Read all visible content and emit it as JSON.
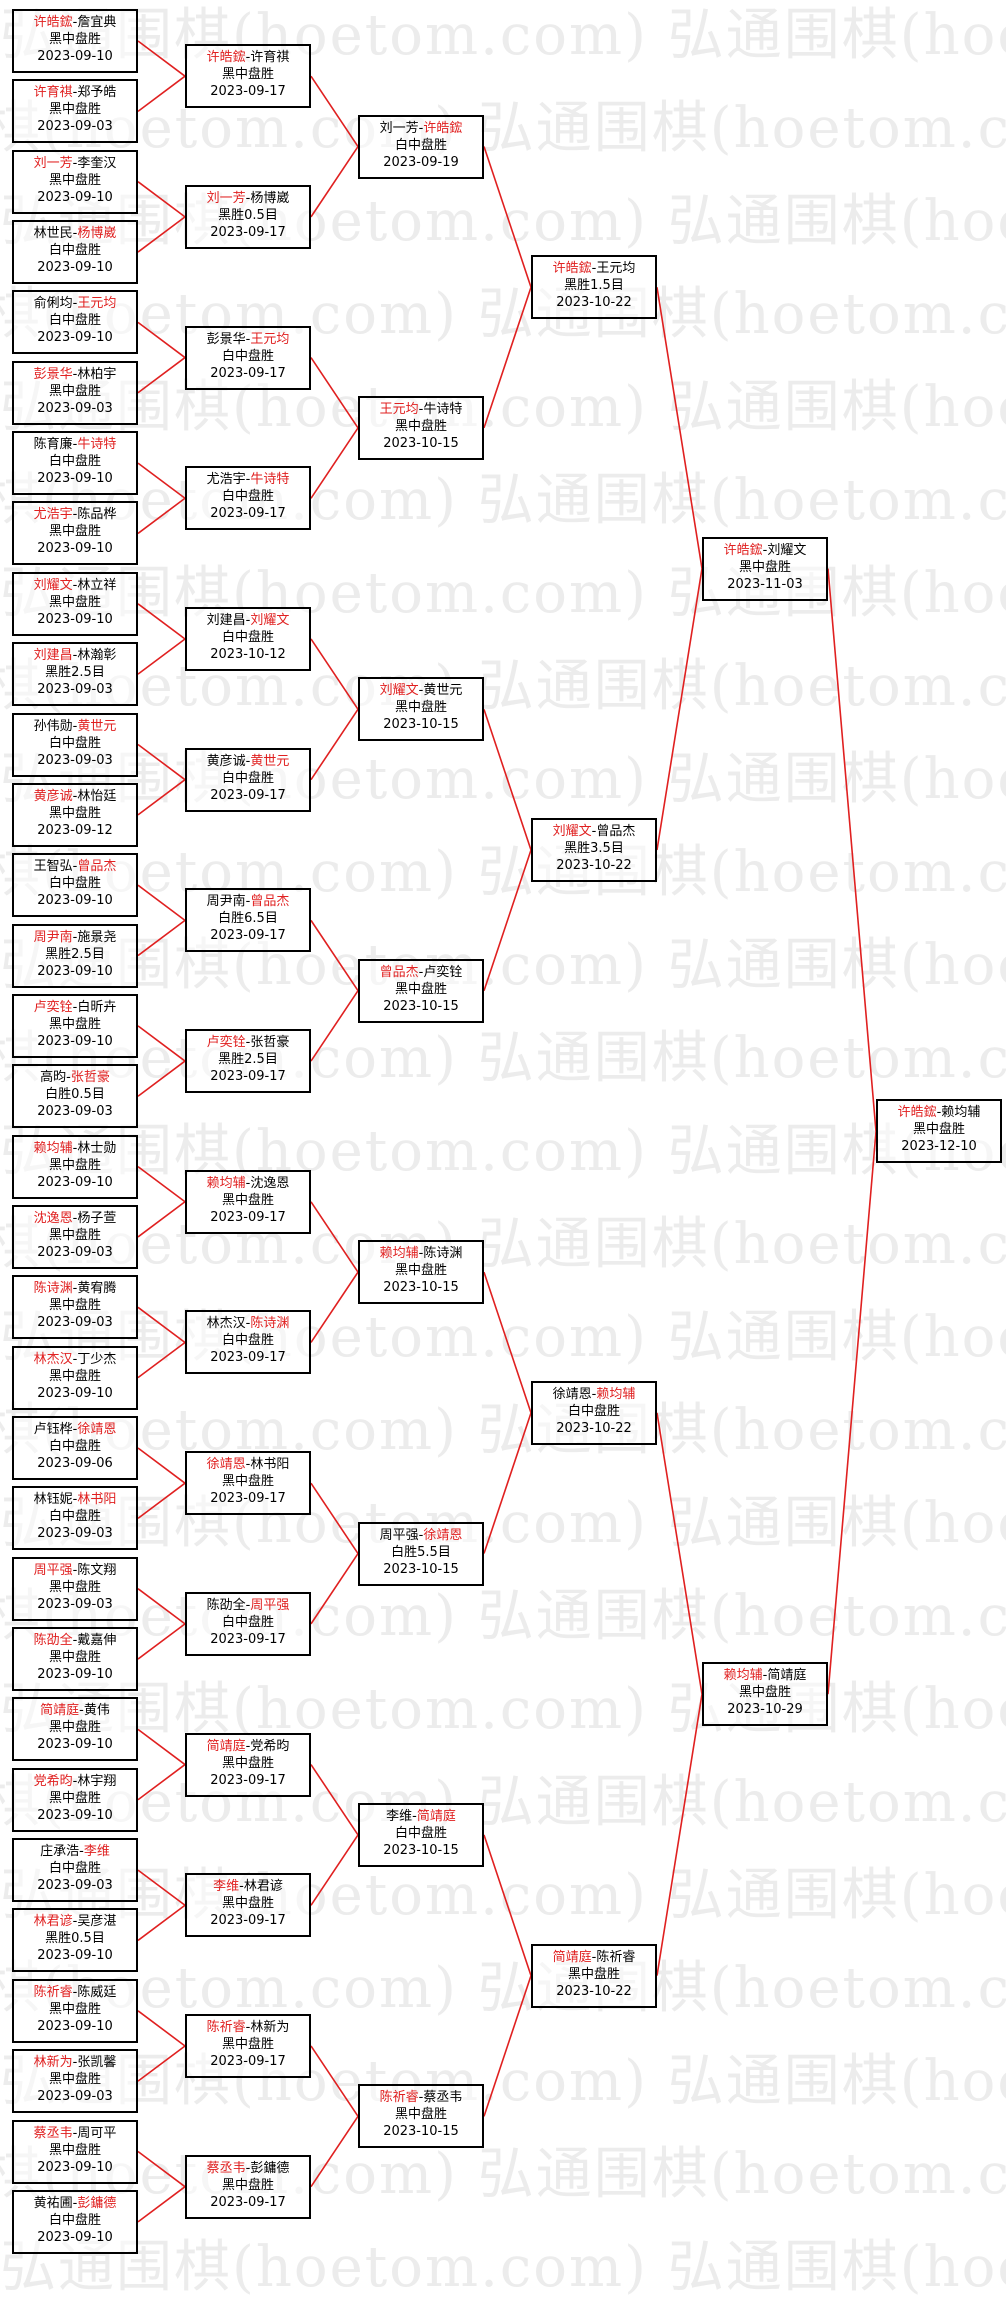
{
  "watermark": "弘通围棋(hoetom.com)",
  "colors": {
    "winner": "#e02020",
    "line": "#e02020",
    "border": "#000000"
  },
  "rounds": [
    [
      {
        "p1": "许皓鋐",
        "p2": "詹宜典",
        "winner": 1,
        "result": "黑中盘胜",
        "date": "2023-09-10"
      },
      {
        "p1": "许育祺",
        "p2": "郑予皓",
        "winner": 1,
        "result": "黑中盘胜",
        "date": "2023-09-03"
      },
      {
        "p1": "刘一芳",
        "p2": "李奎汉",
        "winner": 1,
        "result": "黑中盘胜",
        "date": "2023-09-10"
      },
      {
        "p1": "林世民",
        "p2": "杨博崴",
        "winner": 2,
        "result": "白中盘胜",
        "date": "2023-09-10"
      },
      {
        "p1": "俞俐均",
        "p2": "王元均",
        "winner": 2,
        "result": "白中盘胜",
        "date": "2023-09-10"
      },
      {
        "p1": "彭景华",
        "p2": "林柏宇",
        "winner": 1,
        "result": "黑中盘胜",
        "date": "2023-09-03"
      },
      {
        "p1": "陈育廉",
        "p2": "牛诗特",
        "winner": 2,
        "result": "白中盘胜",
        "date": "2023-09-10"
      },
      {
        "p1": "尤浩宇",
        "p2": "陈品桦",
        "winner": 1,
        "result": "黑中盘胜",
        "date": "2023-09-10"
      },
      {
        "p1": "刘耀文",
        "p2": "林立祥",
        "winner": 1,
        "result": "黑中盘胜",
        "date": "2023-09-10"
      },
      {
        "p1": "刘建昌",
        "p2": "林瀚彰",
        "winner": 1,
        "result": "黑胜2.5目",
        "date": "2023-09-03"
      },
      {
        "p1": "孙伟勋",
        "p2": "黄世元",
        "winner": 2,
        "result": "白中盘胜",
        "date": "2023-09-03"
      },
      {
        "p1": "黄彦诚",
        "p2": "林怡廷",
        "winner": 1,
        "result": "黑中盘胜",
        "date": "2023-09-12"
      },
      {
        "p1": "王智弘",
        "p2": "曾品杰",
        "winner": 2,
        "result": "白中盘胜",
        "date": "2023-09-10"
      },
      {
        "p1": "周尹南",
        "p2": "施景尧",
        "winner": 1,
        "result": "黑胜2.5目",
        "date": "2023-09-10"
      },
      {
        "p1": "卢奕铨",
        "p2": "白昕卉",
        "winner": 1,
        "result": "黑中盘胜",
        "date": "2023-09-10"
      },
      {
        "p1": "高昀",
        "p2": "张哲豪",
        "winner": 2,
        "result": "白胜0.5目",
        "date": "2023-09-03"
      },
      {
        "p1": "赖均辅",
        "p2": "林士勋",
        "winner": 1,
        "result": "黑中盘胜",
        "date": "2023-09-10"
      },
      {
        "p1": "沈逸恩",
        "p2": "杨子萱",
        "winner": 1,
        "result": "黑中盘胜",
        "date": "2023-09-03"
      },
      {
        "p1": "陈诗渊",
        "p2": "黄宥腾",
        "winner": 1,
        "result": "黑中盘胜",
        "date": "2023-09-03"
      },
      {
        "p1": "林杰汉",
        "p2": "丁少杰",
        "winner": 1,
        "result": "黑中盘胜",
        "date": "2023-09-10"
      },
      {
        "p1": "卢钰桦",
        "p2": "徐靖恩",
        "winner": 2,
        "result": "白中盘胜",
        "date": "2023-09-06"
      },
      {
        "p1": "林钰妮",
        "p2": "林书阳",
        "winner": 2,
        "result": "白中盘胜",
        "date": "2023-09-03"
      },
      {
        "p1": "周平强",
        "p2": "陈文翔",
        "winner": 1,
        "result": "黑中盘胜",
        "date": "2023-09-03"
      },
      {
        "p1": "陈劭全",
        "p2": "戴嘉伸",
        "winner": 1,
        "result": "黑中盘胜",
        "date": "2023-09-10"
      },
      {
        "p1": "简靖庭",
        "p2": "黄伟",
        "winner": 1,
        "result": "黑中盘胜",
        "date": "2023-09-10"
      },
      {
        "p1": "党希昀",
        "p2": "林宇翔",
        "winner": 1,
        "result": "黑中盘胜",
        "date": "2023-09-10"
      },
      {
        "p1": "庄承浩",
        "p2": "李维",
        "winner": 2,
        "result": "白中盘胜",
        "date": "2023-09-03"
      },
      {
        "p1": "林君谚",
        "p2": "吴彦湛",
        "winner": 1,
        "result": "黑胜0.5目",
        "date": "2023-09-10"
      },
      {
        "p1": "陈祈睿",
        "p2": "陈威廷",
        "winner": 1,
        "result": "黑中盘胜",
        "date": "2023-09-10"
      },
      {
        "p1": "林新为",
        "p2": "张凯馨",
        "winner": 1,
        "result": "黑中盘胜",
        "date": "2023-09-03"
      },
      {
        "p1": "蔡丞韦",
        "p2": "周可平",
        "winner": 1,
        "result": "黑中盘胜",
        "date": "2023-09-10"
      },
      {
        "p1": "黄祐圃",
        "p2": "彭鏞德",
        "winner": 2,
        "result": "白中盘胜",
        "date": "2023-09-10"
      }
    ],
    [
      {
        "p1": "许皓鋐",
        "p2": "许育祺",
        "winner": 1,
        "result": "黑中盘胜",
        "date": "2023-09-17"
      },
      {
        "p1": "刘一芳",
        "p2": "杨博崴",
        "winner": 1,
        "result": "黑胜0.5目",
        "date": "2023-09-17"
      },
      {
        "p1": "彭景华",
        "p2": "王元均",
        "winner": 2,
        "result": "白中盘胜",
        "date": "2023-09-17"
      },
      {
        "p1": "尤浩宇",
        "p2": "牛诗特",
        "winner": 2,
        "result": "白中盘胜",
        "date": "2023-09-17"
      },
      {
        "p1": "刘建昌",
        "p2": "刘耀文",
        "winner": 2,
        "result": "白中盘胜",
        "date": "2023-10-12"
      },
      {
        "p1": "黄彦诚",
        "p2": "黄世元",
        "winner": 2,
        "result": "白中盘胜",
        "date": "2023-09-17"
      },
      {
        "p1": "周尹南",
        "p2": "曾品杰",
        "winner": 2,
        "result": "白胜6.5目",
        "date": "2023-09-17"
      },
      {
        "p1": "卢奕铨",
        "p2": "张哲豪",
        "winner": 1,
        "result": "黑胜2.5目",
        "date": "2023-09-17"
      },
      {
        "p1": "赖均辅",
        "p2": "沈逸恩",
        "winner": 1,
        "result": "黑中盘胜",
        "date": "2023-09-17"
      },
      {
        "p1": "林杰汉",
        "p2": "陈诗渊",
        "winner": 2,
        "result": "白中盘胜",
        "date": "2023-09-17"
      },
      {
        "p1": "徐靖恩",
        "p2": "林书阳",
        "winner": 1,
        "result": "黑中盘胜",
        "date": "2023-09-17"
      },
      {
        "p1": "陈劭全",
        "p2": "周平强",
        "winner": 2,
        "result": "白中盘胜",
        "date": "2023-09-17"
      },
      {
        "p1": "简靖庭",
        "p2": "党希昀",
        "winner": 1,
        "result": "黑中盘胜",
        "date": "2023-09-17"
      },
      {
        "p1": "李维",
        "p2": "林君谚",
        "winner": 1,
        "result": "黑中盘胜",
        "date": "2023-09-17"
      },
      {
        "p1": "陈祈睿",
        "p2": "林新为",
        "winner": 1,
        "result": "黑中盘胜",
        "date": "2023-09-17"
      },
      {
        "p1": "蔡丞韦",
        "p2": "彭鏞德",
        "winner": 1,
        "result": "黑中盘胜",
        "date": "2023-09-17"
      }
    ],
    [
      {
        "p1": "刘一芳",
        "p2": "许皓鋐",
        "winner": 2,
        "result": "白中盘胜",
        "date": "2023-09-19"
      },
      {
        "p1": "王元均",
        "p2": "牛诗特",
        "winner": 1,
        "result": "黑中盘胜",
        "date": "2023-10-15"
      },
      {
        "p1": "刘耀文",
        "p2": "黄世元",
        "winner": 1,
        "result": "黑中盘胜",
        "date": "2023-10-15"
      },
      {
        "p1": "曾品杰",
        "p2": "卢奕铨",
        "winner": 1,
        "result": "黑中盘胜",
        "date": "2023-10-15"
      },
      {
        "p1": "赖均辅",
        "p2": "陈诗渊",
        "winner": 1,
        "result": "黑中盘胜",
        "date": "2023-10-15"
      },
      {
        "p1": "周平强",
        "p2": "徐靖恩",
        "winner": 2,
        "result": "白胜5.5目",
        "date": "2023-10-15"
      },
      {
        "p1": "李维",
        "p2": "简靖庭",
        "winner": 2,
        "result": "白中盘胜",
        "date": "2023-10-15"
      },
      {
        "p1": "陈祈睿",
        "p2": "蔡丞韦",
        "winner": 1,
        "result": "黑中盘胜",
        "date": "2023-10-15"
      }
    ],
    [
      {
        "p1": "许皓鋐",
        "p2": "王元均",
        "winner": 1,
        "result": "黑胜1.5目",
        "date": "2023-10-22"
      },
      {
        "p1": "刘耀文",
        "p2": "曾品杰",
        "winner": 1,
        "result": "黑胜3.5目",
        "date": "2023-10-22"
      },
      {
        "p1": "徐靖恩",
        "p2": "赖均辅",
        "winner": 2,
        "result": "白中盘胜",
        "date": "2023-10-22"
      },
      {
        "p1": "简靖庭",
        "p2": "陈祈睿",
        "winner": 1,
        "result": "黑中盘胜",
        "date": "2023-10-22"
      }
    ],
    [
      {
        "p1": "许皓鋐",
        "p2": "刘耀文",
        "winner": 1,
        "result": "黑中盘胜",
        "date": "2023-11-03"
      },
      {
        "p1": "赖均辅",
        "p2": "简靖庭",
        "winner": 1,
        "result": "黑中盘胜",
        "date": "2023-10-29"
      }
    ],
    [
      {
        "p1": "许皓鋐",
        "p2": "赖均辅",
        "winner": 1,
        "result": "黑中盘胜",
        "date": "2023-12-10"
      }
    ]
  ]
}
